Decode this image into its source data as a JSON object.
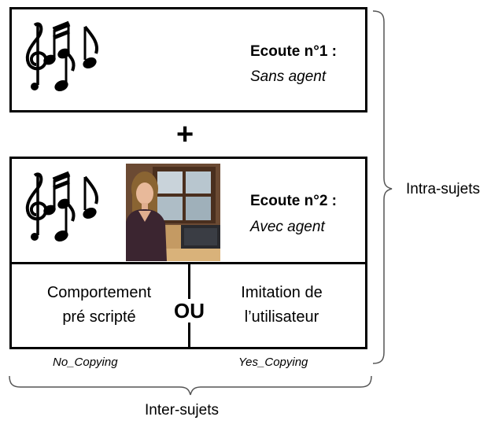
{
  "listen1": {
    "title": "Ecoute n°1 :",
    "subtitle": "Sans agent",
    "icon": "music-notes-icon"
  },
  "plus": "+",
  "listen2": {
    "title": "Ecoute n°2 :",
    "subtitle": "Avec agent",
    "icon": "music-notes-icon",
    "image": "virtual-agent-image"
  },
  "conditions": {
    "left_line1": "Comportement",
    "left_line2": "pré scripté",
    "separator": "OU",
    "right_line1": "Imitation de",
    "right_line2": "l’utilisateur",
    "left_caption": "No_Copying",
    "right_caption": "Yes_Copying"
  },
  "labels": {
    "intra": "Intra-sujets",
    "inter": "Inter-sujets"
  }
}
